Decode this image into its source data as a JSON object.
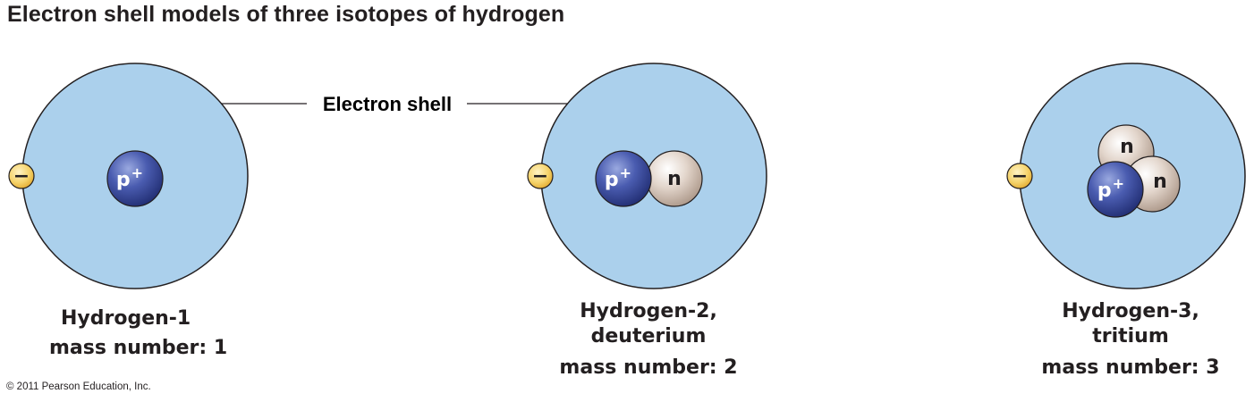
{
  "title": "Electron shell models of three isotopes of hydrogen",
  "shell_label": "Electron shell",
  "particles": {
    "proton_symbol": "p",
    "proton_charge": "+",
    "neutron_symbol": "n",
    "electron_symbol": "−"
  },
  "isotopes": [
    {
      "name": "Hydrogen-1",
      "alt_name": "",
      "mass_label": "mass number: 1",
      "protons": 1,
      "neutrons": 0,
      "electrons": 1
    },
    {
      "name": "Hydrogen-2,",
      "alt_name": "deuterium",
      "mass_label": "mass number: 2",
      "protons": 1,
      "neutrons": 1,
      "electrons": 1
    },
    {
      "name": "Hydrogen-3,",
      "alt_name": "tritium",
      "mass_label": "mass number: 3",
      "protons": 1,
      "neutrons": 2,
      "electrons": 1
    }
  ],
  "colors": {
    "shell_fill": "#abd0ec",
    "proton": "#2f3f8f",
    "neutron": "#d8c8bc",
    "electron": "#f3cf5d",
    "outline": "#231f20"
  },
  "copyright": "© 2011 Pearson Education, Inc."
}
